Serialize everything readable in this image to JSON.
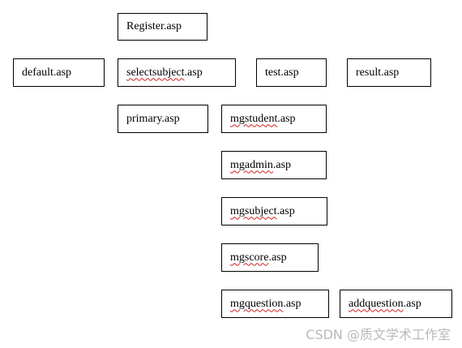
{
  "nodes": {
    "register": {
      "text": "Register.asp"
    },
    "default": {
      "text": "default.asp"
    },
    "selectsubject": {
      "squiggle": "selectsubject",
      "rest": ".asp"
    },
    "test": {
      "text": "test.asp"
    },
    "result": {
      "text": "result.asp"
    },
    "primary": {
      "text": "primary.asp"
    },
    "mgstudent": {
      "squiggle": "mgstudent",
      "rest": ".asp"
    },
    "mgadmin": {
      "squiggle": "mgadmin",
      "rest": ".asp"
    },
    "mgsubject": {
      "squiggle": "mgsubject",
      "rest": ".asp"
    },
    "mgscore": {
      "squiggle": "mgscore",
      "rest": ".asp"
    },
    "mgquestion": {
      "squiggle": "mgquestion",
      "rest": ".asp"
    },
    "addquestion": {
      "squiggle": "addquestion",
      "rest": ".asp"
    }
  },
  "watermark": {
    "text": "CSDN @质文学术工作室"
  },
  "colors": {
    "border": "#000000",
    "text": "#000000",
    "spellcheck_underline": "#d02020",
    "watermark": "#b9b9b9"
  }
}
